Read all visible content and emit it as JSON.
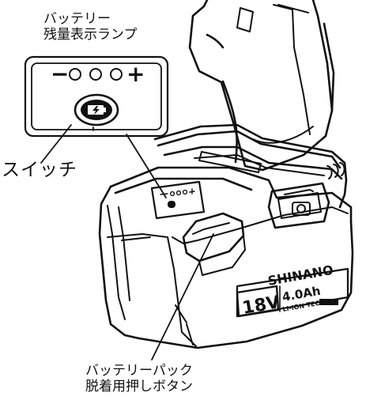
{
  "labels": {
    "indicator_line1": "バッテリー",
    "indicator_line2": "残量表示ランプ",
    "switch": "スイッチ",
    "release_line1": "バッテリーパック",
    "release_line2": "脱着用押しボタン"
  },
  "inset_panel": {
    "minus_sign": "−",
    "plus_sign": "+",
    "lamp_count": 3,
    "button_icon": "battery-bolt-icon"
  },
  "battery": {
    "brand": "SHINANO",
    "voltage": "18V",
    "capacity": "4.0Ah",
    "chemistry": "LI-ION TECH"
  },
  "colors": {
    "line": "#111111",
    "background": "#ffffff"
  }
}
